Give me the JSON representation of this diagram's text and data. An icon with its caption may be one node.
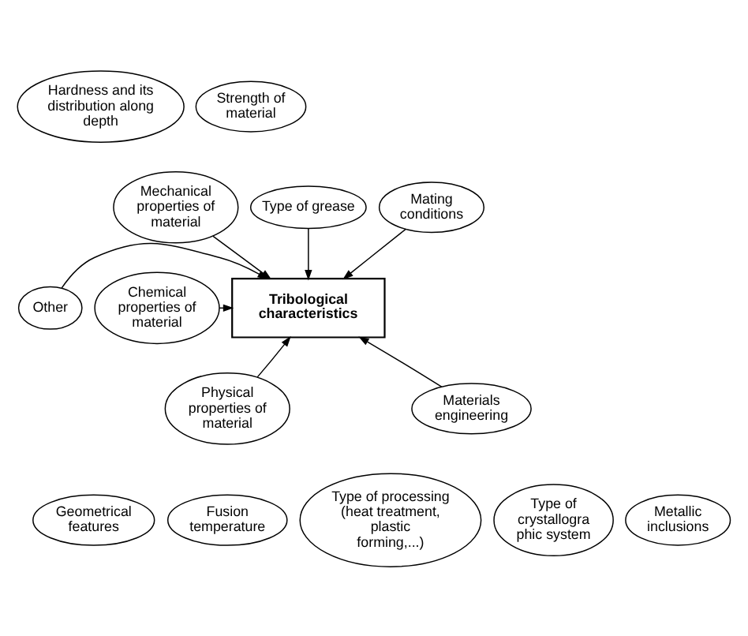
{
  "diagram": {
    "nodes": [
      {
        "text": [
          "Hardness and its distribution along depth"
        ]
      },
      {
        "text": [
          "Strength of material"
        ]
      },
      {
        "text": [
          "Mechanical properties of material"
        ]
      },
      {
        "text": [
          "Type of grease"
        ]
      },
      {
        "text": [
          "Mating conditions"
        ]
      },
      {
        "text": [
          "Other"
        ]
      },
      {
        "text": [
          "Tribological characteristics"
        ]
      },
      {
        "text": [
          "Chemical properties of material"
        ]
      },
      {
        "text": [
          "Physical properties of material"
        ]
      },
      {
        "text": [
          "Geometrical features"
        ]
      },
      {
        "text": [
          "Fusion temperature"
        ]
      },
      {
        "text": [
          "Materials engineering"
        ]
      },
      {
        "text": [
          "Type of processing (heat treatment, plastic forming,...)"
        ]
      },
      {
        "text": [
          "Type of crystallogra phic system"
        ]
      },
      {
        "text": [
          "Metallic inclusions"
        ]
      }
    ],
    "edges": [
      {
        "from": 2,
        "to": 6,
        "arrow": "to"
      },
      {
        "from": 3,
        "to": 6,
        "arrow": "to"
      },
      {
        "from": 4,
        "to": 6,
        "arrow": "to"
      },
      {
        "from": 5,
        "to": 6,
        "arrow": "to"
      },
      {
        "from": 7,
        "to": 6,
        "arrow": "to"
      },
      {
        "from": 8,
        "to": 6,
        "arrow": "to"
      },
      {
        "from": 11,
        "to": 6,
        "arrow": "to"
      }
    ]
  }
}
